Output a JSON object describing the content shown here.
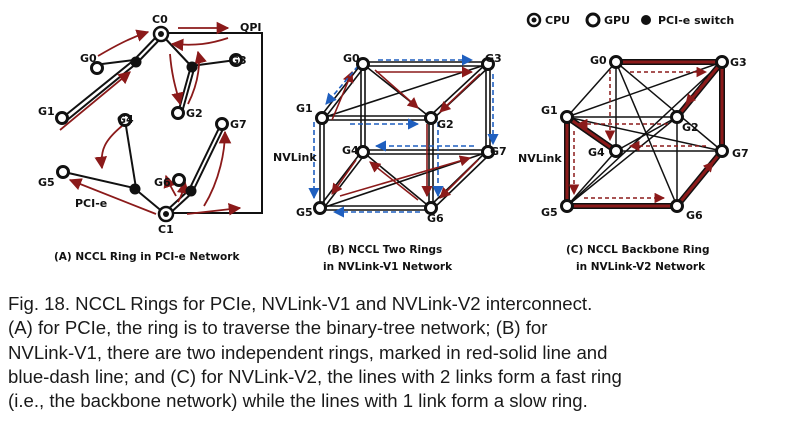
{
  "legend": {
    "cpu": "CPU",
    "gpu": "GPU",
    "switch": "PCI-e switch"
  },
  "panel_a": {
    "caption": "(A) NCCL Ring in PCI-e Network",
    "labels": {
      "c0": "C0",
      "c1": "C1",
      "g0": "G0",
      "g1": "G1",
      "g2": "G2",
      "g3": "G3",
      "g4": "G4",
      "g5": "G5",
      "g6": "G6",
      "g7": "G7",
      "qpi": "QPI",
      "pcie": "PCI-e"
    }
  },
  "panel_b": {
    "caption_line1": "(B) NCCL Two Rings",
    "caption_line2": "in NVLink-V1 Network",
    "labels": {
      "g0": "G0",
      "g1": "G1",
      "g2": "G2",
      "g3": "G3",
      "g4": "G4",
      "g5": "G5",
      "g6": "G6",
      "g7": "G7",
      "nvlink": "NVLink"
    }
  },
  "panel_c": {
    "caption_line1": "(C) NCCL Backbone Ring",
    "caption_line2": "in NVLink-V2 Network",
    "labels": {
      "g0": "G0",
      "g1": "G1",
      "g2": "G2",
      "g3": "G3",
      "g4": "G4",
      "g5": "G5",
      "g6": "G6",
      "g7": "G7",
      "nvlink": "NVLink"
    }
  },
  "colors": {
    "red_ring": "#8b1a1a",
    "blue_ring": "#1f5fbf",
    "node": "#111111"
  },
  "figure_caption": {
    "lines": [
      "Fig. 18. NCCL Rings for PCIe, NVLink-V1 and NVLink-V2 interconnect.",
      "(A) for PCIe, the ring is to traverse the binary-tree network; (B) for",
      "NVLink-V1, there are two independent rings, marked in red-solid line and",
      "blue-dash line; and (C) for NVLink-V2, the lines with 2 links form a fast ring",
      "(i.e., the backbone network) while the lines with 1 link form a slow ring."
    ]
  }
}
